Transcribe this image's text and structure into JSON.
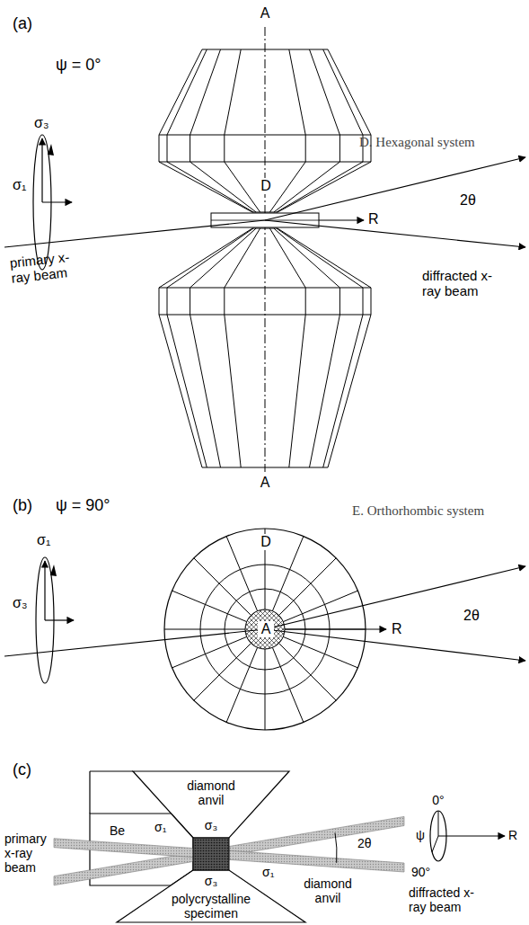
{
  "diagram": {
    "labels": [
      "D. Hexagonal system",
      "(a)",
      "A",
      "ψ = 0°",
      "σ₃",
      "σ₁",
      "D",
      "R",
      "2θ",
      "primary x-ray beam",
      "diffracted x-ray beam",
      "A",
      "(b)",
      "ψ = 90°",
      "E. Orthorhombic system",
      "σ₁",
      "D",
      "σ₃",
      "A",
      "R",
      "2θ",
      "(c)",
      "diamond anvil",
      "0°",
      "primary x-ray beam",
      "Be",
      "σ₃",
      "σ₁",
      "ψ",
      "2θ",
      "R",
      "σ₁",
      "σ₃",
      "90°",
      "diamond anvil",
      "diffracted x-ray beam",
      "polycrystalline specimen"
    ]
  }
}
